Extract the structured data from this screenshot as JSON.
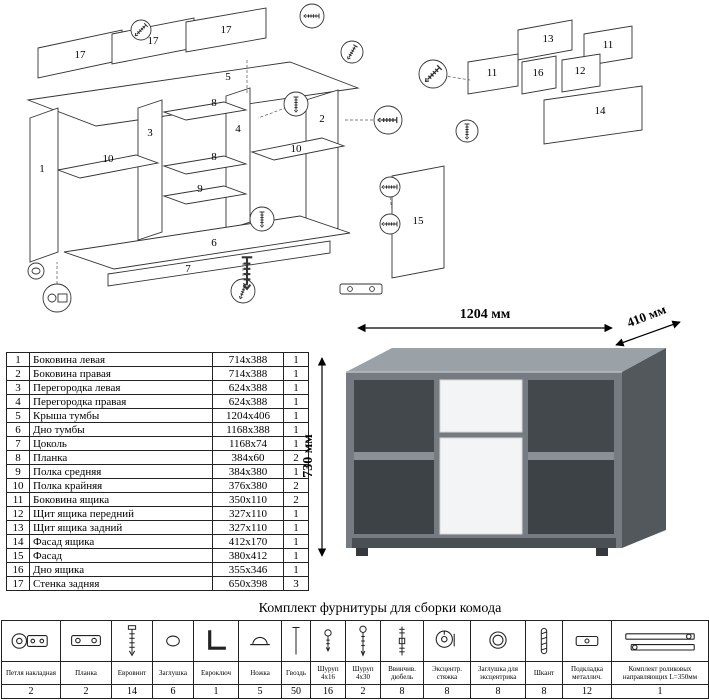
{
  "diagram": {
    "labels": [
      "17",
      "17",
      "17",
      "5",
      "1",
      "3",
      "10",
      "8",
      "4",
      "8",
      "9",
      "10",
      "6",
      "7",
      "2",
      "15",
      "13",
      "11",
      "11",
      "16",
      "12",
      "14"
    ]
  },
  "product": {
    "dimensions": {
      "width": "1204 мм",
      "depth": "410 мм",
      "height": "730 мм"
    }
  },
  "parts_table": {
    "rows": [
      {
        "num": "1",
        "name": "Боковина левая",
        "size": "714x388",
        "qty": "1"
      },
      {
        "num": "2",
        "name": "Боковина правая",
        "size": "714x388",
        "qty": "1"
      },
      {
        "num": "3",
        "name": "Перегородка левая",
        "size": "624x388",
        "qty": "1"
      },
      {
        "num": "4",
        "name": "Перегородка правая",
        "size": "624x388",
        "qty": "1"
      },
      {
        "num": "5",
        "name": "Крыша тумбы",
        "size": "1204x406",
        "qty": "1"
      },
      {
        "num": "6",
        "name": "Дно тумбы",
        "size": "1168x388",
        "qty": "1"
      },
      {
        "num": "7",
        "name": "Цоколь",
        "size": "1168x74",
        "qty": "1"
      },
      {
        "num": "8",
        "name": "Планка",
        "size": "384x60",
        "qty": "2"
      },
      {
        "num": "9",
        "name": "Полка средняя",
        "size": "384x380",
        "qty": "1"
      },
      {
        "num": "10",
        "name": "Полка крайняя",
        "size": "376x380",
        "qty": "2"
      },
      {
        "num": "11",
        "name": "Боковина ящика",
        "size": "350x110",
        "qty": "2"
      },
      {
        "num": "12",
        "name": "Щит ящика передний",
        "size": "327x110",
        "qty": "1"
      },
      {
        "num": "13",
        "name": "Щит ящика задний",
        "size": "327x110",
        "qty": "1"
      },
      {
        "num": "14",
        "name": "Фасад ящика",
        "size": "412x170",
        "qty": "1"
      },
      {
        "num": "15",
        "name": "Фасад",
        "size": "380x412",
        "qty": "1"
      },
      {
        "num": "16",
        "name": "Дно ящика",
        "size": "355x346",
        "qty": "1"
      },
      {
        "num": "17",
        "name": "Стенка задняя",
        "size": "650x398",
        "qty": "3"
      }
    ]
  },
  "hardware": {
    "title": "Комплект фурнитуры для сборки комода",
    "items": [
      {
        "name": "Петля накладная",
        "qty": "2"
      },
      {
        "name": "Планка",
        "qty": "2"
      },
      {
        "name": "Евровинт",
        "qty": "14"
      },
      {
        "name": "Заглушка",
        "qty": "6"
      },
      {
        "name": "Евроключ",
        "qty": "1"
      },
      {
        "name": "Ножка",
        "qty": "5"
      },
      {
        "name": "Гвоздь",
        "qty": "50"
      },
      {
        "name": "Шуруп 4x16",
        "qty": "16"
      },
      {
        "name": "Шуруп 4x30",
        "qty": "2"
      },
      {
        "name": "Ввинчив. дюбель",
        "qty": "8"
      },
      {
        "name": "Эксцентр. стяжка",
        "qty": "8"
      },
      {
        "name": "Заглушка для эксцентрика",
        "qty": "8"
      },
      {
        "name": "Шкант",
        "qty": "8"
      },
      {
        "name": "Подкладка металлич.",
        "qty": "12"
      },
      {
        "name": "Комплект роликовых направляющих L=350мм",
        "qty": "1"
      }
    ]
  }
}
